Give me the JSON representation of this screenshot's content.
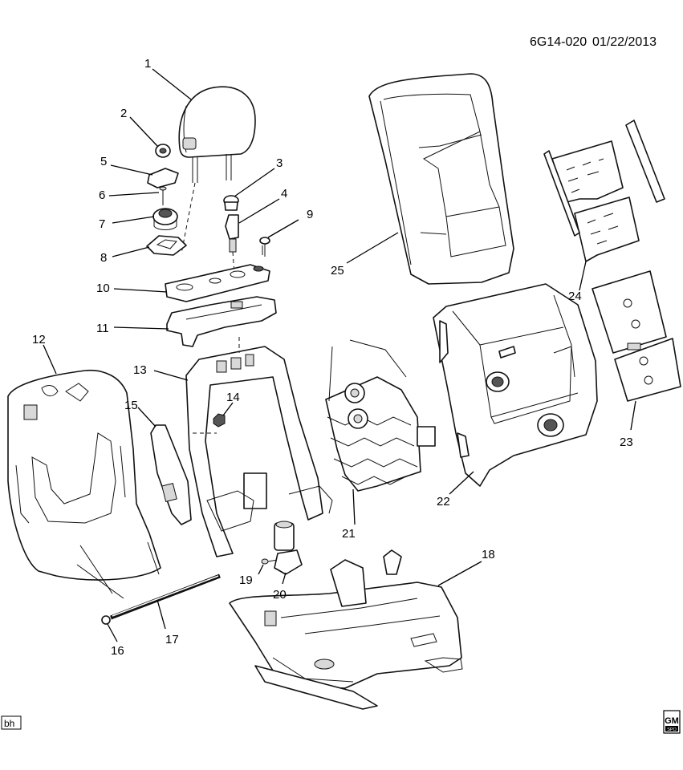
{
  "diagram_code": "6G14-020",
  "diagram_date": "01/22/2013",
  "corner_tag": "bh",
  "logo": {
    "top": "GM",
    "bottom": "SPO"
  },
  "callouts": [
    "1",
    "2",
    "3",
    "4",
    "5",
    "6",
    "7",
    "8",
    "9",
    "10",
    "11",
    "12",
    "13",
    "14",
    "15",
    "16",
    "17",
    "18",
    "19",
    "20",
    "21",
    "22",
    "23",
    "24",
    "25"
  ]
}
